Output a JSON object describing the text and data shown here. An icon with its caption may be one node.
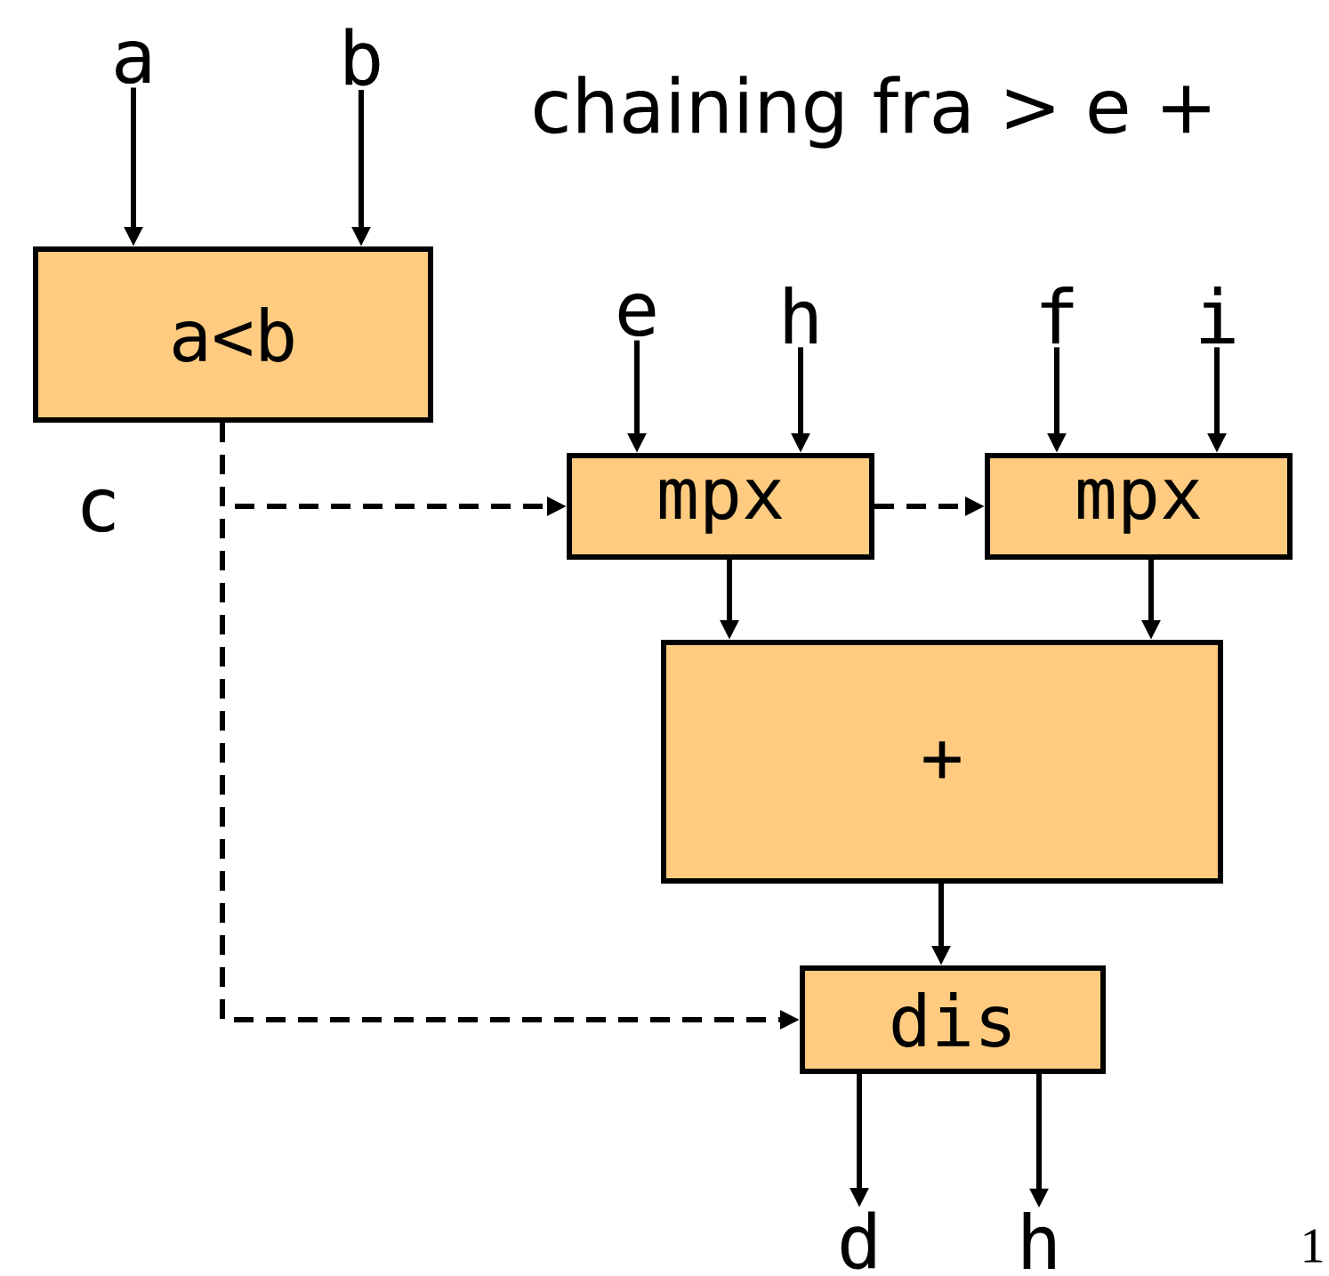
{
  "diagram": {
    "title": "chaining fra > e +",
    "nodes": [
      {
        "text": [
          "a"
        ]
      },
      {
        "text": [
          "b"
        ]
      },
      {
        "text": [
          "a<b"
        ]
      },
      {
        "text": [
          "e"
        ]
      },
      {
        "text": [
          "h"
        ]
      },
      {
        "text": [
          "f"
        ]
      },
      {
        "text": [
          "i"
        ]
      },
      {
        "text": [
          "mpx"
        ]
      },
      {
        "text": [
          "mpx"
        ]
      },
      {
        "text": [
          "+"
        ]
      },
      {
        "text": [
          "dis"
        ]
      },
      {
        "text": [
          "d"
        ]
      },
      {
        "text": [
          "h"
        ]
      }
    ],
    "edges": [
      {
        "from": 0,
        "to": 2,
        "arrow": "to"
      },
      {
        "from": 1,
        "to": 2,
        "arrow": "to"
      },
      {
        "from": 2,
        "to": 7,
        "arrow": "to",
        "style": "dashed"
      },
      {
        "from": 2,
        "to": 10,
        "arrow": "to",
        "style": "dashed"
      },
      {
        "from": 3,
        "to": 7,
        "arrow": "to"
      },
      {
        "from": 4,
        "to": 7,
        "arrow": "to"
      },
      {
        "from": 7,
        "to": 8,
        "arrow": "to",
        "style": "dashed"
      },
      {
        "from": 5,
        "to": 8,
        "arrow": "to"
      },
      {
        "from": 6,
        "to": 8,
        "arrow": "to"
      },
      {
        "from": 7,
        "to": 9,
        "arrow": "to"
      },
      {
        "from": 8,
        "to": 9,
        "arrow": "to"
      },
      {
        "from": 9,
        "to": 10,
        "arrow": "to"
      },
      {
        "from": 10,
        "to": 11,
        "arrow": "to"
      },
      {
        "from": 10,
        "to": 12,
        "arrow": "to"
      }
    ],
    "labels": [
      "c",
      "1"
    ]
  }
}
